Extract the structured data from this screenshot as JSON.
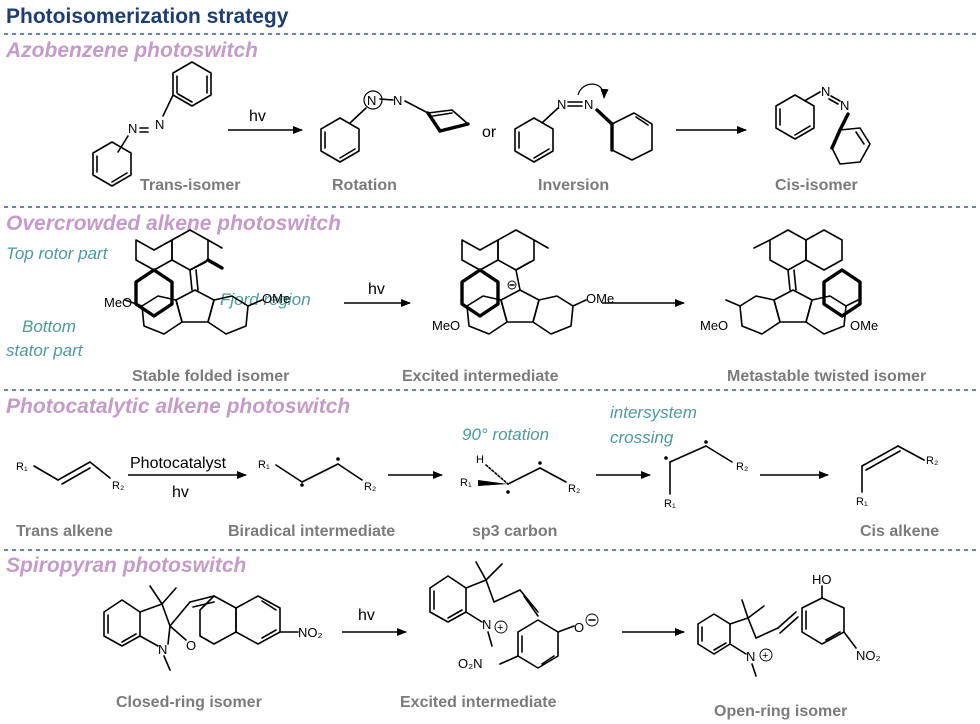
{
  "title": "Photoisomerization strategy",
  "sections": [
    {
      "title": "Azobenzene photoswitch",
      "labels": [
        "Trans-isomer",
        "Rotation",
        "Inversion",
        "Cis-isomer"
      ],
      "arrow_text": "hv",
      "or_text": "or"
    },
    {
      "title": "Overcrowded alkene photoswitch",
      "labels": [
        "Stable folded isomer",
        "Excited intermediate",
        "Metastable twisted isomer"
      ],
      "annotations": [
        "Top rotor part",
        "Fjord region",
        "Bottom",
        "stator part"
      ],
      "arrow_text": "hv",
      "substituent": "MeO",
      "substituent2": "OMe"
    },
    {
      "title": "Photocatalytic alkene photoswitch",
      "labels": [
        "Trans alkene",
        "Biradical intermediate",
        "sp3 carbon",
        "Cis alkene"
      ],
      "annotations": [
        "90° rotation",
        "intersystem",
        "crossing"
      ],
      "arrow_top": "Photocatalyst",
      "arrow_bottom": "hv"
    },
    {
      "title": "Spiropyran photoswitch",
      "labels": [
        "Closed-ring isomer",
        "Excited intermediate",
        "Open-ring isomer"
      ],
      "arrow_text": "hv"
    }
  ]
}
